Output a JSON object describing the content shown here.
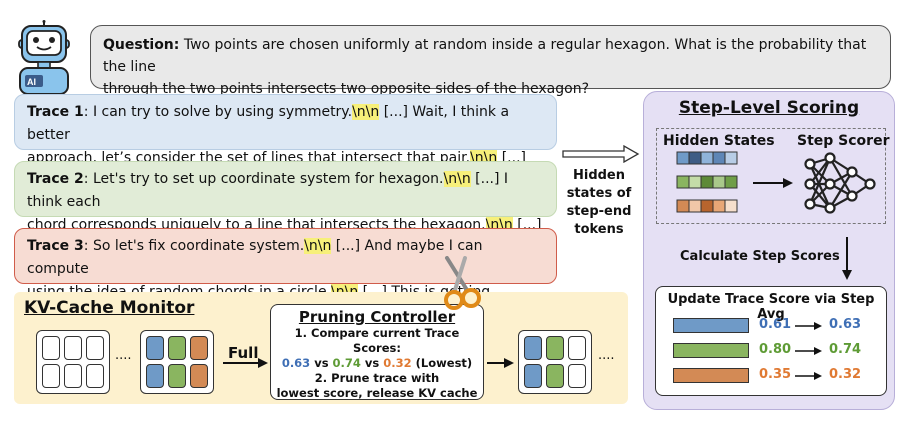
{
  "question": {
    "label": "Question:",
    "text_line1": "Two points are chosen uniformly at random inside a regular hexagon. What is the probability that the line",
    "text_line2": "through the two points intersects two opposite sides of the hexagon?"
  },
  "traces": [
    {
      "label": "Trace 1",
      "p1": ": I can try to solve by using symmetry.",
      "tok": "\\n\\n",
      "p2": " [...] Wait, I think a better",
      "p3": "approach, let’s consider the set of lines that intersect that pair.",
      "p4": " [...]"
    },
    {
      "label": "Trace 2",
      "p1": ": Let's try to set up coordinate system for hexagon.",
      "tok": "\\n\\n",
      "p2": " [...] I think each",
      "p3": "chord corresponds uniquely to a line that intersects the hexagon.",
      "p4": " [...]"
    },
    {
      "label": "Trace 3",
      "p1": ": So let's fix coordinate system.",
      "tok": "\\n\\n",
      "p2": " [...] And maybe I can compute",
      "p3": "using the idea of random chords in a circle.",
      "p4": " [...] This is getting"
    }
  ],
  "hidden_label": [
    "Hidden",
    "states of",
    "step-end",
    "tokens"
  ],
  "kv": {
    "title": "KV-Cache Monitor",
    "ellipsis": "....",
    "full_label": "Full"
  },
  "pruning": {
    "title": "Pruning Controller",
    "line1": "1. Compare current Trace Scores:",
    "s1": "0.63",
    "vs": " vs ",
    "s2": "0.74",
    "s3": "0.32",
    "lowest": " (Lowest)",
    "line2": "2. Prune trace with",
    "line3": "lowest score, release KV cache"
  },
  "step_scoring": {
    "title": "Step-Level Scoring",
    "hidden_states": "Hidden States",
    "step_scorer": "Step Scorer",
    "calc": "Calculate Step Scores",
    "update_title": "Update Trace Score via Step Avg",
    "rows": [
      {
        "old": "0.61",
        "new": "0.63",
        "color": "#6f9ac7",
        "text_color": "#3f6fb5"
      },
      {
        "old": "0.80",
        "new": "0.74",
        "color": "#8ab560",
        "text_color": "#5e9b35"
      },
      {
        "old": "0.35",
        "new": "0.32",
        "color": "#d38a55",
        "text_color": "#e07a33"
      }
    ]
  },
  "colors": {
    "blue": "#6f9ac7",
    "green": "#8ab560",
    "orange": "#d38a55",
    "highlight": "#f7f07a",
    "trace3_border": "#d05c4a"
  }
}
